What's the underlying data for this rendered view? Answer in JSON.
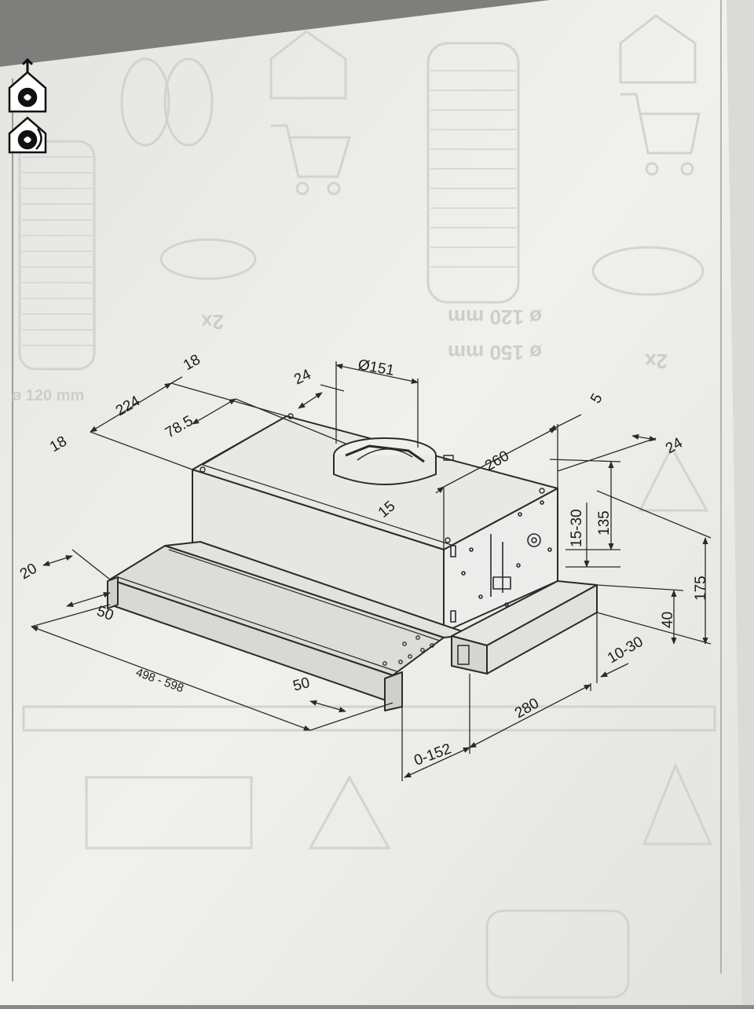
{
  "icons": [
    "ducted-mode-icon",
    "recirculation-mode-icon"
  ],
  "ghost_text": {
    "left_duct": "ø 120 mm",
    "right_duct_a": "ø 120 mm",
    "right_duct_b": "ø 150 mm",
    "qty_a": "2x",
    "qty_b": "2x"
  },
  "dimensions": {
    "d18_top": "18",
    "d224": "224",
    "d18_left": "18",
    "d78_5": "78.5",
    "d24_top": "24",
    "d151": "Ø151",
    "d5": "5",
    "d260": "260",
    "d24_right": "24",
    "d15": "15",
    "d15_30": "15-30",
    "d135": "135",
    "d175": "175",
    "d40": "40",
    "d20": "20",
    "d50_left": "50",
    "d498_598": "498 - 598",
    "d50_front": "50",
    "d10_30": "10-30",
    "d280": "280",
    "d0_152": "0-152"
  },
  "colors": {
    "paper": "#eeeeeb",
    "line": "#2a2a2a",
    "ghost": "#cfd1cc"
  }
}
